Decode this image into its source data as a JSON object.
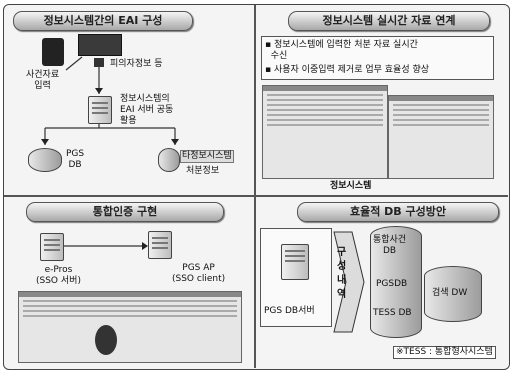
{
  "sections": {
    "top_left_title": "정보시스템간의 EAI 구성",
    "top_right_title": "정보시스템 실시간 자료 연계",
    "bottom_left_title": "통합인증 구현",
    "bottom_right_title": "효율적 DB 구성방안"
  },
  "eai": {
    "manual_input": "사건자료\n입력",
    "suspect_info": "피의자정보 등",
    "eai_server": "정보시스템의\nEAI 서버 공동\n활용",
    "pgs_db": "PGS\nDB",
    "other_system": "타정보시스템",
    "crime_info": "처분정보"
  },
  "realtime": {
    "bullet1": "▪ 정보시스템에 입력한 처분 자료 실시간\n  수신",
    "bullet2": "▪ 사용자 이중입력 제거로 업무 효율성 향상",
    "screen_label": "정보시스템"
  },
  "sso": {
    "eprss": "e-Pros\n(SSO 서버)",
    "pgs_ap": "PGS AP\n(SSO client)"
  },
  "db": {
    "pgs_db_server": "PGS DB서버",
    "vertical_label": "구\n성\n내\n역",
    "integrated_db": "통합사건\nDB",
    "pgsdb": "PGSDB",
    "tess_db": "TESS DB",
    "search_dw": "검색 DW",
    "note": "※TESS : 통합형사시스템"
  }
}
